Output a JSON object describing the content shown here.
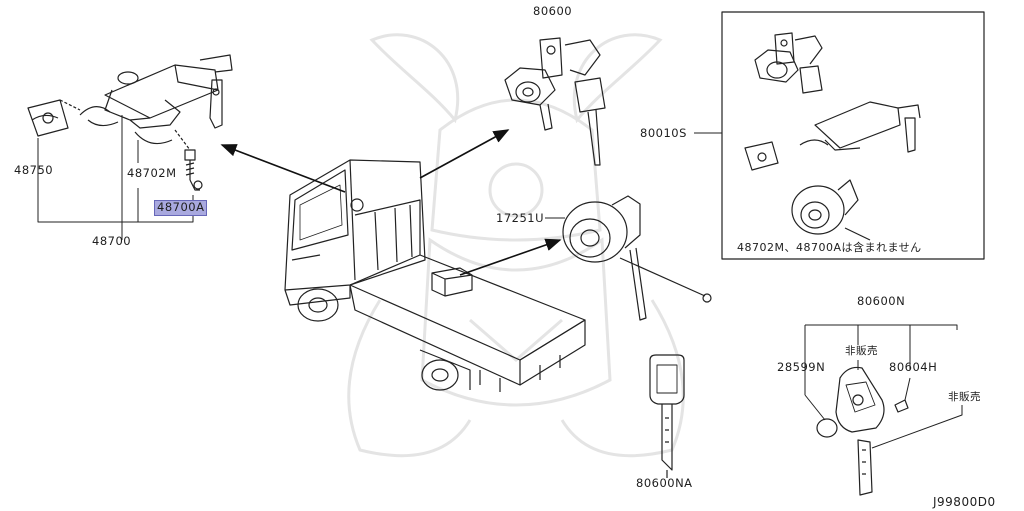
{
  "labels": {
    "p48750": "48750",
    "p48702M": "48702M",
    "p48700A": "48700A",
    "p48700": "48700",
    "p80600": "80600",
    "p80010S": "80010S",
    "p17251U": "17251U",
    "note_not_included": "48702M、48700Aは含まれません",
    "p80600N": "80600N",
    "not_for_sale_1": "非販売",
    "p28599N": "28599N",
    "p80604H": "80604H",
    "not_for_sale_2": "非販売",
    "p80600NA": "80600NA",
    "diagram_code": "J99800D0"
  },
  "highlight": {
    "part": "48700A",
    "color": "#a9a9df",
    "border": "#6767b8"
  },
  "watermark": {
    "description": "samurai-helmet-emblem",
    "color": "#e6e6e6"
  }
}
